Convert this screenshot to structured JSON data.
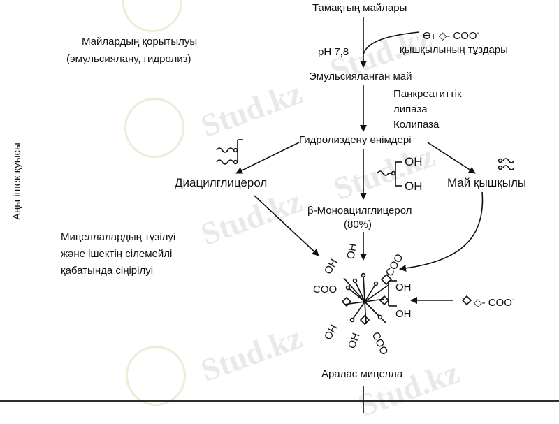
{
  "labels": {
    "dietary_fats": "Тамақтың майлары",
    "digestion_title": "Майлардың қорытылуы",
    "digestion_sub": "(эмульсиялану, гидролиз)",
    "ph": "pH 7,8",
    "bile_acid": "Өт ◇- COO",
    "bile_acid_sup": "-",
    "bile_salts": "қышқылының тұздары",
    "emulsified_fat": "Эмульсияланған май",
    "pancreatic": "Панкреатиттік",
    "lipase": "липаза",
    "colipase": "Колипаза",
    "hydrolysis_products": "Гидролиздену өнімдері",
    "diacylglycerol": "Диацилглицерол",
    "fatty_acids": "Май қышқылы",
    "monoacylglycerol": "β-Моноацилглицерол",
    "mono_percent": "(80%)",
    "micelle_formation_1": "Мицеллалардың түзілуі",
    "micelle_formation_2": "және ішектің сілемейлі",
    "micelle_formation_3": "қабатында сіңірілуі",
    "bile_coo": "◇- COO",
    "bile_coo_sup": "-",
    "mixed_micelle": "Аралас мицелла",
    "small_intestine": "Аңы ішек қуысы",
    "oh": "OH",
    "coo": "COO"
  },
  "watermark": "Stud.kz",
  "colors": {
    "ink": "#111111",
    "watermark": "#9aa0a0"
  }
}
